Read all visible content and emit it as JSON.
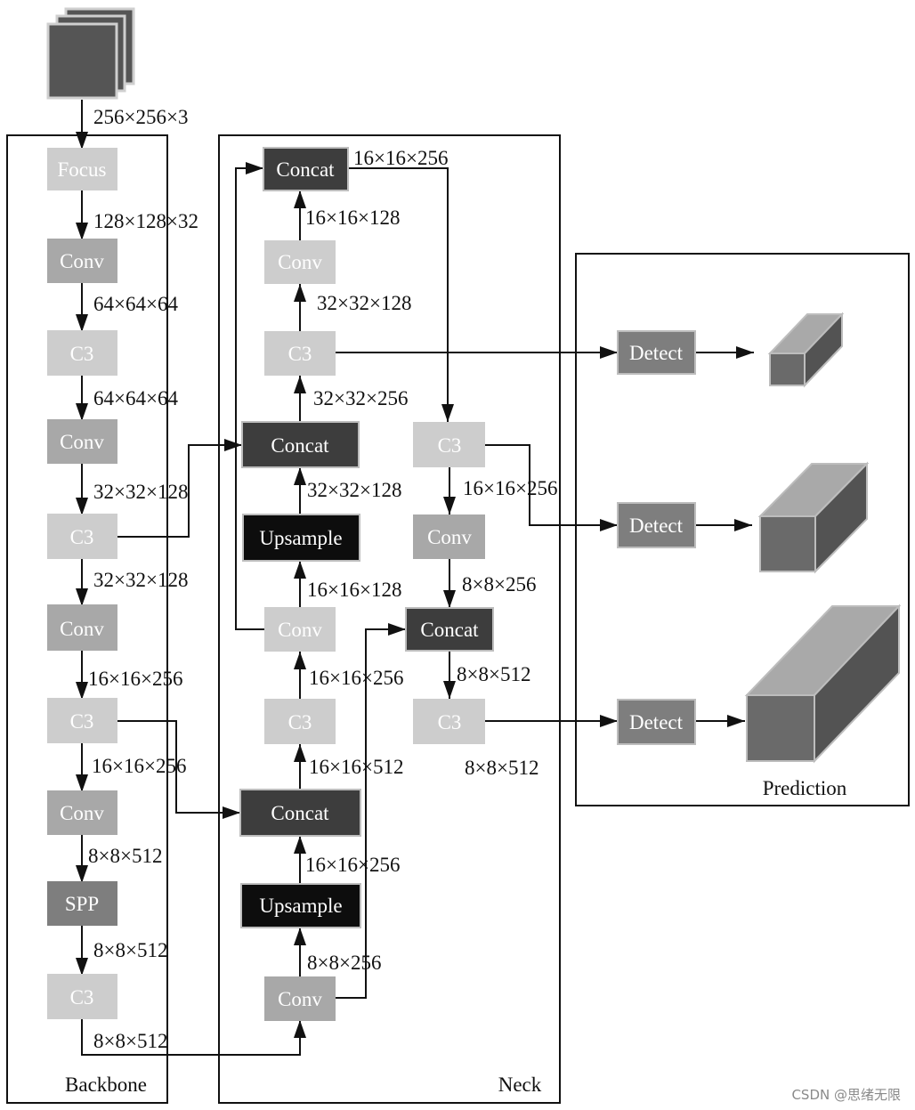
{
  "colors": {
    "node_light": "#cdcdcd",
    "node_medium": "#a8a8a8",
    "node_gray": "#7e7e7e",
    "node_dark": "#3d3d3d",
    "node_black": "#0d0d0d",
    "line": "#111111",
    "cube_front": "#6a6a6a",
    "cube_top": "#a9a9a9",
    "cube_side": "#535353"
  },
  "regions": {
    "backbone": "Backbone",
    "neck": "Neck",
    "prediction": "Prediction"
  },
  "input_icon": "image-stack-icon",
  "output_icon": "feature-cube-icon",
  "nodes": {
    "focus": "Focus",
    "bb_conv1": "Conv",
    "bb_c3_1": "C3",
    "bb_conv2": "Conv",
    "bb_c3_2": "C3",
    "bb_conv3": "Conv",
    "bb_c3_3": "C3",
    "bb_conv4": "Conv",
    "spp": "SPP",
    "bb_c3_4": "C3",
    "nk_conv_a": "Conv",
    "nk_upsample_a": "Upsample",
    "nk_concat_a": "Concat",
    "nk_c3_a": "C3",
    "nk_conv_b": "Conv",
    "nk_upsample_b": "Upsample",
    "nk_concat_b": "Concat",
    "nk_c3_b": "C3",
    "nk_conv_c": "Conv",
    "nk_concat_c": "Concat",
    "nk_c3_c": "C3",
    "nk_conv_d": "Conv",
    "nk_concat_d": "Concat",
    "nk_c3_d": "C3",
    "detect_1": "Detect",
    "detect_2": "Detect",
    "detect_3": "Detect"
  },
  "edge_labels": {
    "input_focus": "256×256×3",
    "focus_conv1": "128×128×32",
    "conv1_c3": "64×64×64",
    "c3_conv2": "64×64×64",
    "conv2_c3": "32×32×128",
    "c3_conv3": "32×32×128",
    "conv3_c3": "16×16×256",
    "c3_conv4": "16×16×256",
    "conv4_spp": "8×8×512",
    "spp_c3": "8×8×512",
    "c3_neck": "8×8×512",
    "nk_conv_up": "8×8×256",
    "nk_up_concat": "16×16×256",
    "nk_concat_c3": "16×16×512",
    "nk_c3_conv": "16×16×256",
    "nk_conv_up2": "16×16×128",
    "nk_up2_concat": "32×32×128",
    "nk_concat2_c3": "32×32×256",
    "nk_c3_conv2": "32×32×128",
    "nk_conv2_concat": "16×16×128",
    "nk_concat_top": "16×16×256",
    "nk_c3_right": "16×16×256",
    "nk_conv_right": "8×8×256",
    "nk_concat_right": "8×8×512",
    "nk_c3_out": "8×8×512"
  },
  "watermark": "CSDN @思绪无限"
}
